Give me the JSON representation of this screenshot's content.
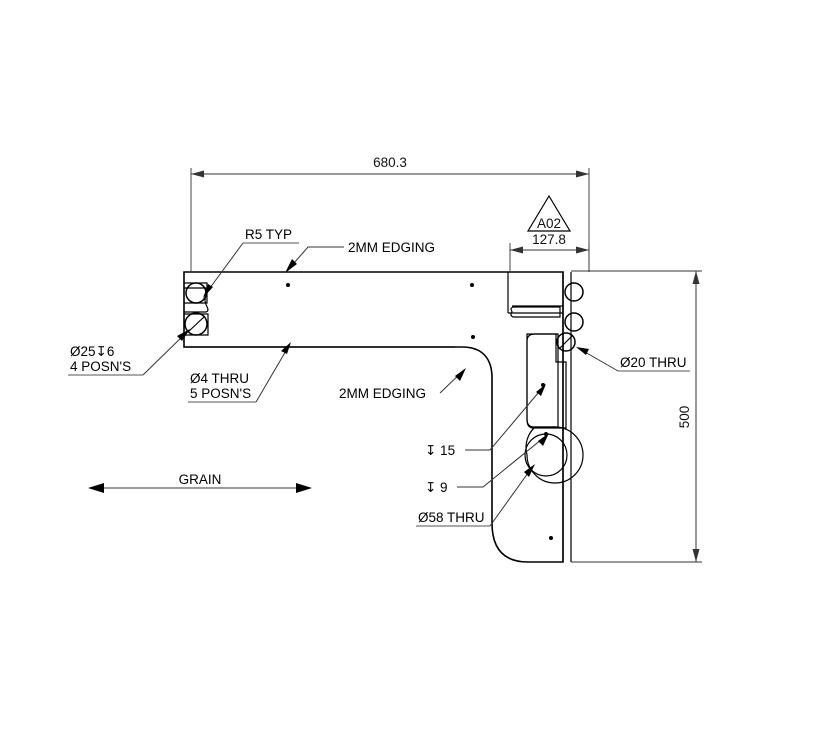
{
  "drawing": {
    "type": "mechanical-part-2d-orthographic",
    "title": "Panel part detail drawing",
    "units": "mm",
    "background_color": "#ffffff",
    "line_color": "#000000",
    "dimension_color": "#333333"
  },
  "dimensions": {
    "overall_width": "680.3",
    "overall_height": "500",
    "right_section_width": "127.8"
  },
  "detail_flag": {
    "symbol_shape": "triangle",
    "label": "A02"
  },
  "notes": {
    "radius_typ": "R5 TYP",
    "edging_top": "2MM EDGING",
    "edging_mid": "2MM EDGING",
    "grain": "GRAIN"
  },
  "callouts": {
    "dia25_depth6": {
      "line1": "Ø25↧6",
      "line2": "4 POSN'S"
    },
    "dia4_thru": {
      "line1": "Ø4 THRU",
      "line2": "5 POSN'S"
    },
    "dia20_thru": {
      "line1": "Ø20 THRU"
    },
    "depth15": {
      "line1": "↧ 15"
    },
    "depth9": {
      "line1": "↧ 9"
    },
    "dia58_thru": {
      "line1": "Ø58 THRU"
    }
  }
}
